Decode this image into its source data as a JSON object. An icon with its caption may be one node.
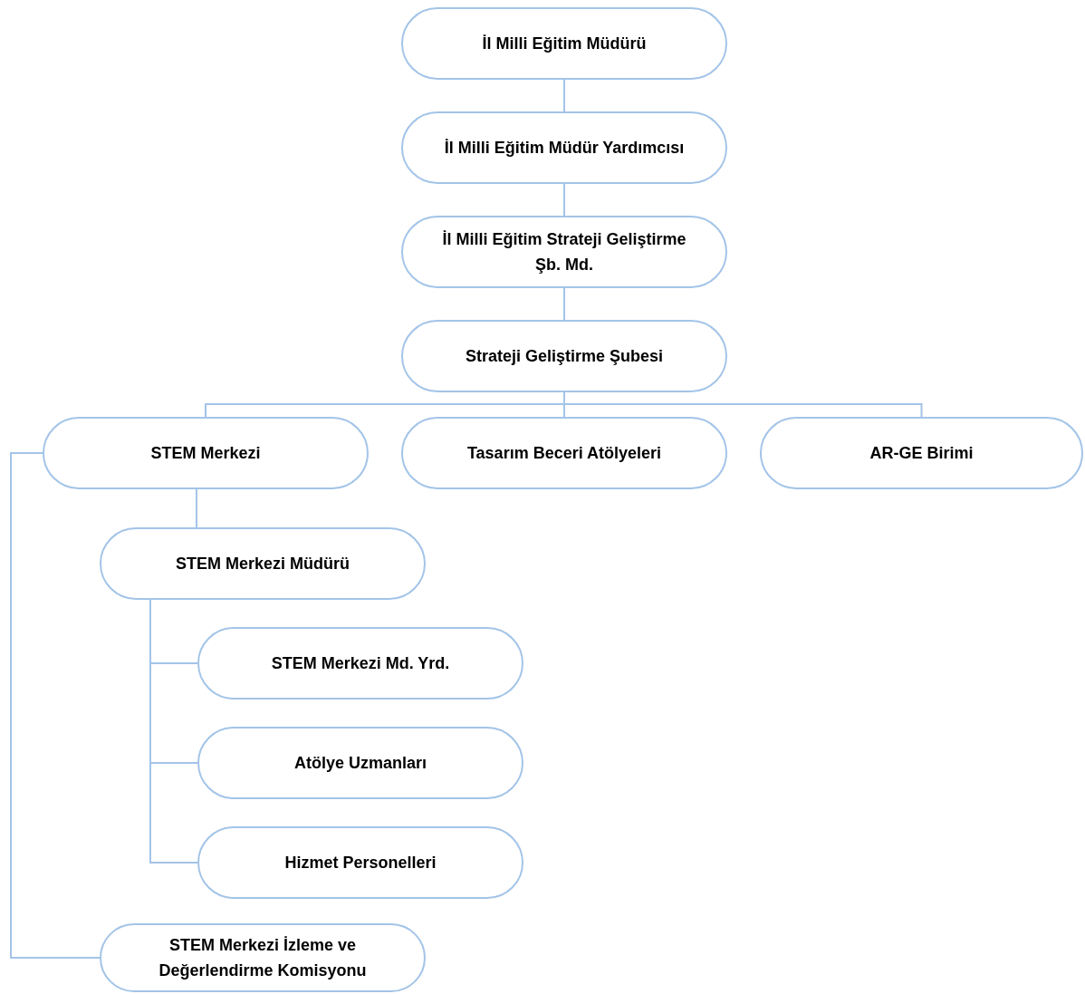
{
  "diagram": {
    "nodes": [
      {
        "text": [
          "İl Milli Eğitim Müdürü"
        ]
      },
      {
        "text": [
          "İl Milli Eğitim Müdür Yardımcısı"
        ]
      },
      {
        "text": [
          "İl Milli Eğitim Strateji Geliştirme Şb. Md."
        ]
      },
      {
        "text": [
          "Strateji Geliştirme Şubesi"
        ]
      },
      {
        "text": [
          "STEM Merkezi"
        ]
      },
      {
        "text": [
          "Tasarım Beceri Atölyeleri"
        ]
      },
      {
        "text": [
          "AR-GE Birimi"
        ]
      },
      {
        "text": [
          "STEM Merkezi Müdürü"
        ]
      },
      {
        "text": [
          "STEM Merkezi Md. Yrd."
        ]
      },
      {
        "text": [
          "Atölye Uzmanları"
        ]
      },
      {
        "text": [
          "Hizmet Personelleri"
        ]
      },
      {
        "text": [
          "STEM Merkezi İzleme ve Değerlendirme Komisyonu"
        ]
      }
    ],
    "edges": [
      {
        "from": 0,
        "to": 1,
        "arrow": "none"
      },
      {
        "from": 1,
        "to": 2,
        "arrow": "none"
      },
      {
        "from": 2,
        "to": 3,
        "arrow": "none"
      },
      {
        "from": 3,
        "to": 4,
        "arrow": "none"
      },
      {
        "from": 3,
        "to": 5,
        "arrow": "none"
      },
      {
        "from": 3,
        "to": 6,
        "arrow": "none"
      },
      {
        "from": 4,
        "to": 7,
        "arrow": "none"
      },
      {
        "from": 7,
        "to": 8,
        "arrow": "none"
      },
      {
        "from": 7,
        "to": 9,
        "arrow": "none"
      },
      {
        "from": 7,
        "to": 10,
        "arrow": "none"
      },
      {
        "from": 4,
        "to": 11,
        "arrow": "none"
      }
    ]
  }
}
